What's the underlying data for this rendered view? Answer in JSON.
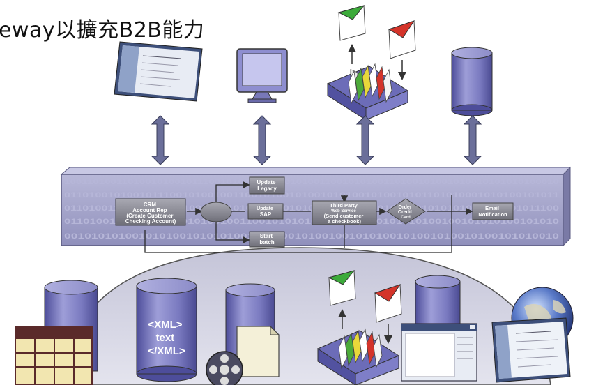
{
  "title": "eway以擴充B2B能力",
  "bus": {
    "binary": [
      "1001101001101001010010111001010010011001010011001010100110100101001010010101010100010",
      "0110100101001011100101001001100101001010010101001010010101101010001010100101011",
      "0110100110100101010100101010100110101010100101010101001001010101010010101011100",
      "0110100101010010100101001001100101010101001010100101010100100101010100101010",
      "0010101010010101001010101001010100101001001010100101001010010100101010010"
    ]
  },
  "nodes": {
    "crm": [
      "CRM",
      "Account Rep",
      "(Create Customer",
      "Checking Account)"
    ],
    "update_legacy": [
      "Update",
      "Legacy"
    ],
    "sap": [
      "Update",
      "SAP"
    ],
    "start_batch": [
      "Start",
      "batch"
    ],
    "third_party": [
      "Third Party",
      "Web Service",
      "(Send customer",
      "a checkbook)"
    ],
    "order_credit": [
      "Order",
      "Credit",
      "Card"
    ],
    "email": [
      "Email",
      "Notification"
    ]
  },
  "xml_db": [
    "<XML>",
    "text",
    "</XML>"
  ],
  "colors": {
    "bus": "#9c9cc6",
    "bus_text": "#b6b6d8",
    "node": "#8a8a94",
    "cylinder": "#7b7bc0",
    "arrow": "#6b6f9a",
    "dome": "#d6d6e6"
  }
}
